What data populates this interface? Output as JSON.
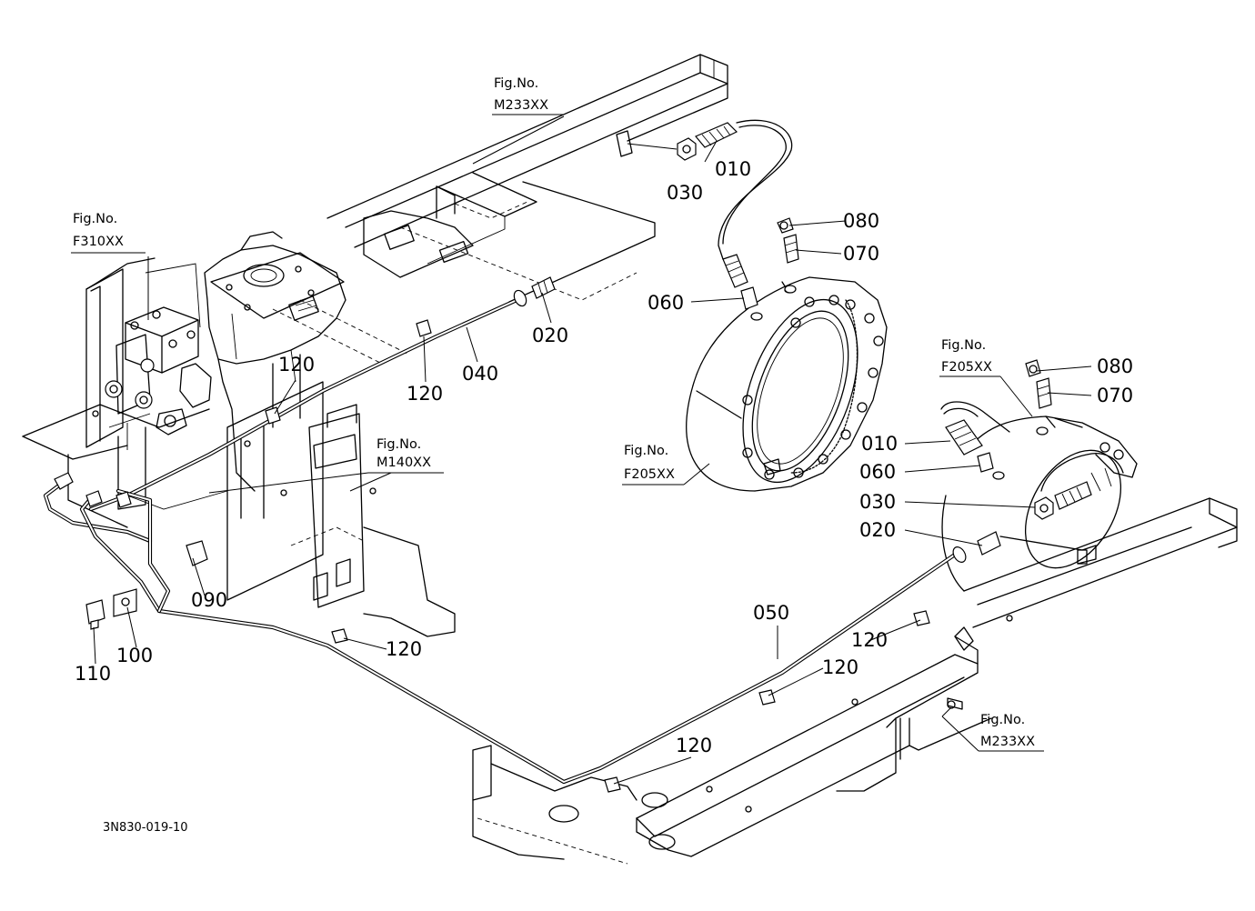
{
  "diagram": {
    "drawing_number": "3N830-019-10",
    "figure_refs": [
      {
        "id": "ref-m233-top",
        "fig": "Fig.No.",
        "code": "M233XX"
      },
      {
        "id": "ref-f310",
        "fig": "Fig.No.",
        "code": "F310XX"
      },
      {
        "id": "ref-m140",
        "fig": "Fig.No.",
        "code": "M140XX"
      },
      {
        "id": "ref-f205-left",
        "fig": "Fig.No.",
        "code": "F205XX"
      },
      {
        "id": "ref-f205-right",
        "fig": "Fig.No.",
        "code": "F205XX"
      },
      {
        "id": "ref-m233-bottom",
        "fig": "Fig.No.",
        "code": "M233XX"
      }
    ],
    "callouts": [
      {
        "id": "c010a",
        "label": "010"
      },
      {
        "id": "c030a",
        "label": "030"
      },
      {
        "id": "c080a",
        "label": "080"
      },
      {
        "id": "c070a",
        "label": "070"
      },
      {
        "id": "c060a",
        "label": "060"
      },
      {
        "id": "c020a",
        "label": "020"
      },
      {
        "id": "c040",
        "label": "040"
      },
      {
        "id": "c120a",
        "label": "120"
      },
      {
        "id": "c120b",
        "label": "120"
      },
      {
        "id": "c080b",
        "label": "080"
      },
      {
        "id": "c070b",
        "label": "070"
      },
      {
        "id": "c010b",
        "label": "010"
      },
      {
        "id": "c060b",
        "label": "060"
      },
      {
        "id": "c030b",
        "label": "030"
      },
      {
        "id": "c020b",
        "label": "020"
      },
      {
        "id": "c050",
        "label": "050"
      },
      {
        "id": "c120c",
        "label": "120"
      },
      {
        "id": "c120d",
        "label": "120"
      },
      {
        "id": "c120e",
        "label": "120"
      },
      {
        "id": "c120f",
        "label": "120"
      },
      {
        "id": "c090",
        "label": "090"
      },
      {
        "id": "c110",
        "label": "110"
      },
      {
        "id": "c100",
        "label": "100"
      }
    ]
  }
}
